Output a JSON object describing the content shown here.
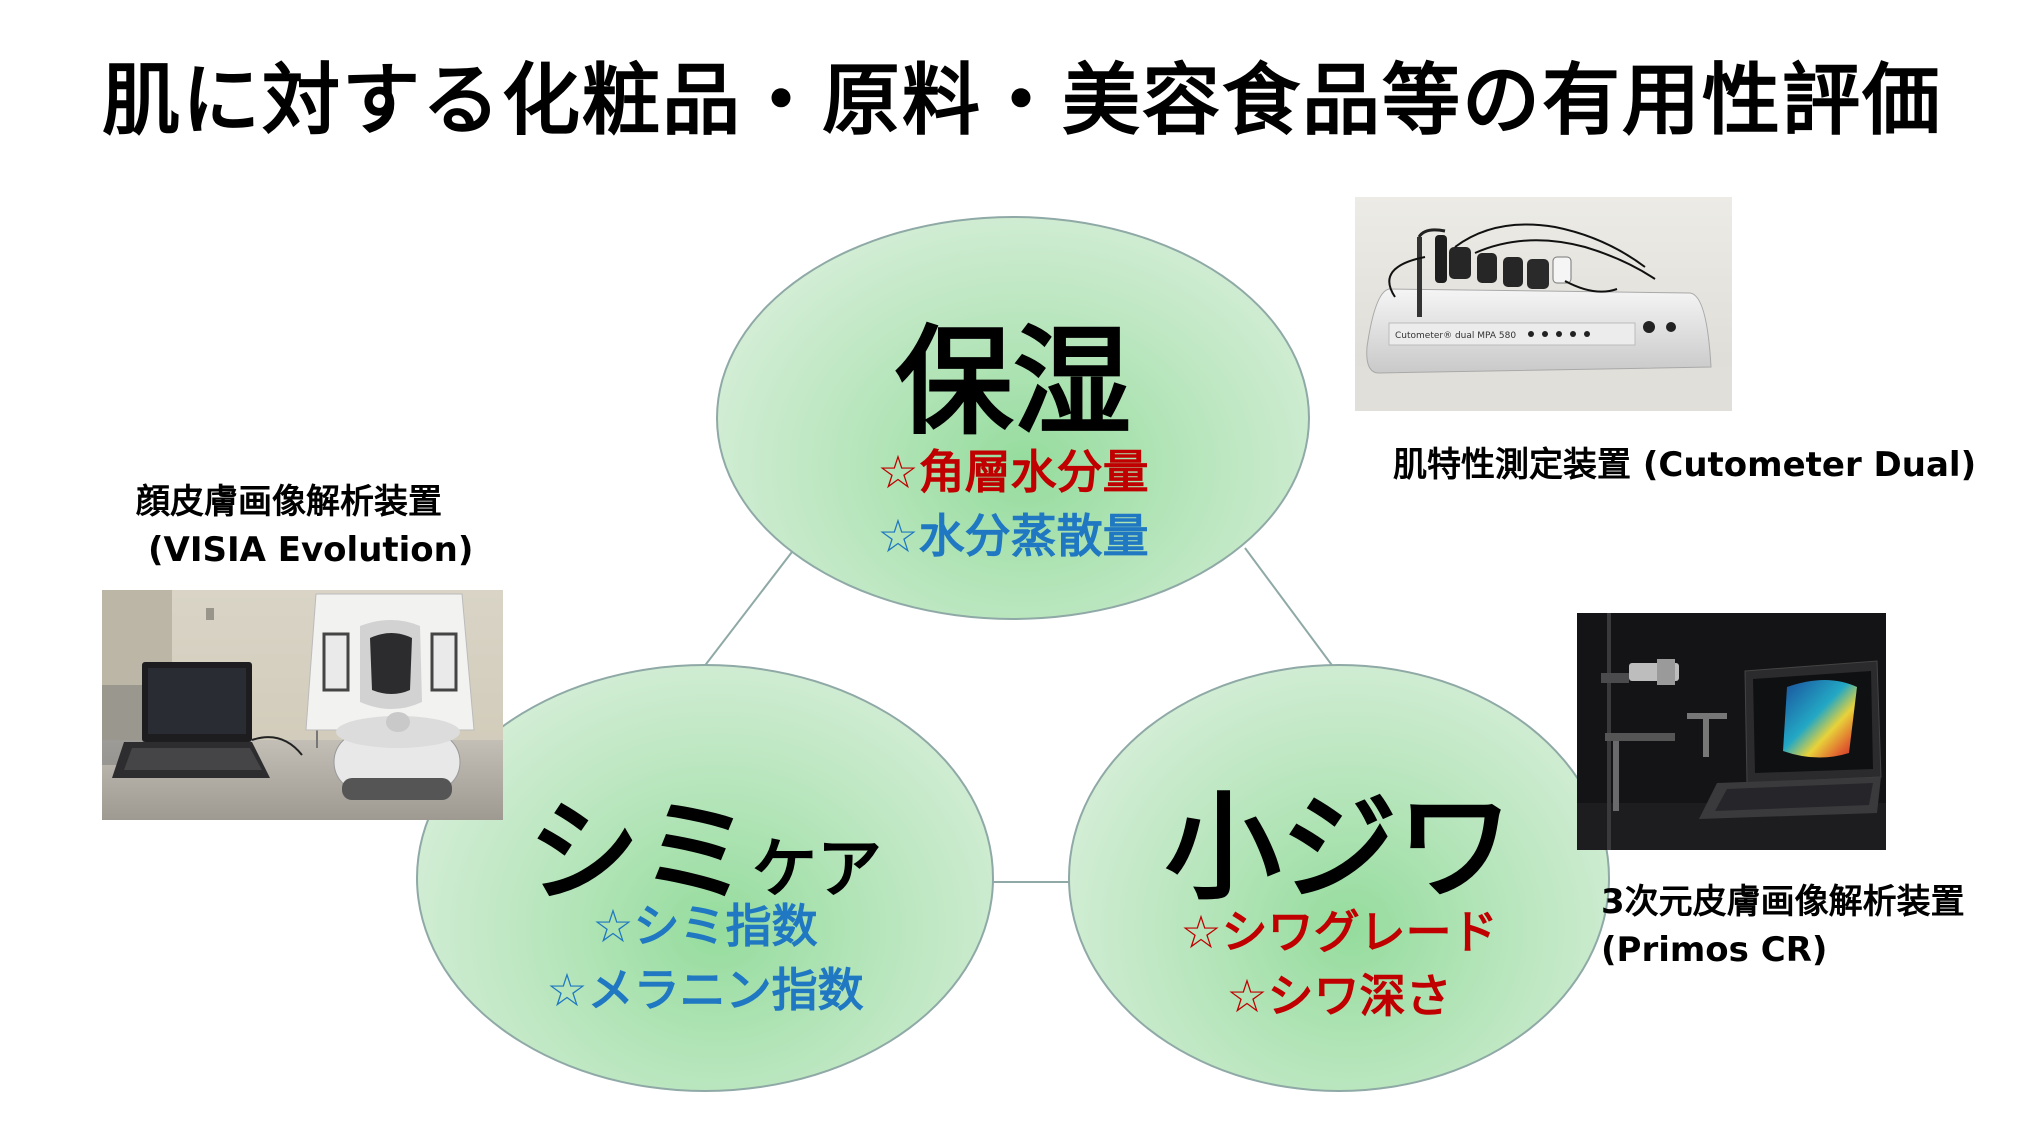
{
  "title": "肌に対する化粧品・原料・美容食品等の有用性評価",
  "moisture": {
    "title": "保湿",
    "items": [
      {
        "star": "☆",
        "text": "角層水分量",
        "color": "#c00000"
      },
      {
        "star": "☆",
        "text": "水分蒸散量",
        "color": "#1f78c1"
      }
    ]
  },
  "spot": {
    "title_main": "シミ",
    "title_small": "ケア",
    "items": [
      {
        "star": "☆",
        "text": "シミ指数",
        "color": "#1f78c1"
      },
      {
        "star": "☆",
        "text": "メラニン指数",
        "color": "#1f78c1"
      }
    ]
  },
  "wrinkle": {
    "title": "小ジワ",
    "items": [
      {
        "star": "☆",
        "text": "シワグレード",
        "color": "#c00000"
      },
      {
        "star": "☆",
        "text": "シワ深さ",
        "color": "#c00000"
      }
    ]
  },
  "devices": {
    "visia": {
      "name": "顔皮膚画像解析装置",
      "model": "(VISIA Evolution)"
    },
    "cutometer": {
      "name": "肌特性測定装置 (Cutometer Dual)",
      "panel_text": "Cutometer® dual MPA 580"
    },
    "primos": {
      "name": "3次元皮膚画像解析装置",
      "model": "(Primos CR)"
    }
  }
}
